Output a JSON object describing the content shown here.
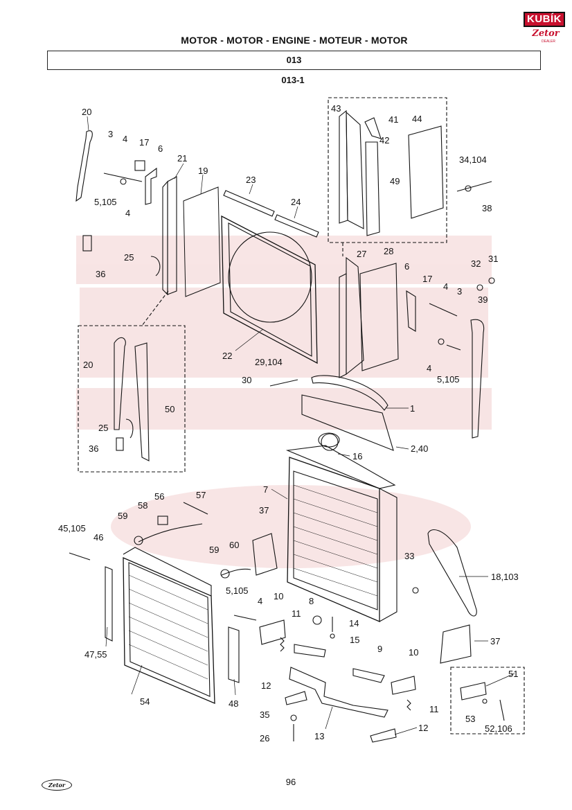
{
  "header": {
    "title": "MOTOR - MOTOR - ENGINE - MOTEUR - MOTOR",
    "group_code": "013",
    "section_code": "013-1"
  },
  "logo": {
    "brand": "KUBÍK",
    "subbrand": "Zetor",
    "tagline": "DEALER"
  },
  "footer": {
    "page_number": "96",
    "logo_text": "Zetor"
  },
  "colors": {
    "ink": "#111111",
    "watermark": "#f3d6d6",
    "logo_red": "#c8102e"
  },
  "labels": [
    "20",
    "3",
    "4",
    "17",
    "6",
    "21",
    "19",
    "5,105",
    "4",
    "36",
    "25",
    "23",
    "24",
    "22",
    "43",
    "41",
    "44",
    "42",
    "49",
    "34,104",
    "38",
    "27",
    "28",
    "6",
    "17",
    "4",
    "3",
    "32",
    "31",
    "39",
    "4",
    "5,105",
    "29,104",
    "30",
    "1",
    "16",
    "2,40",
    "20",
    "50",
    "25",
    "36",
    "7",
    "37",
    "33",
    "18,103",
    "37",
    "56",
    "57",
    "58",
    "59",
    "45,105",
    "46",
    "59",
    "60",
    "5,105",
    "4",
    "10",
    "11",
    "8",
    "14",
    "15",
    "9",
    "10",
    "11",
    "12",
    "35",
    "26",
    "13",
    "12",
    "47,55",
    "54",
    "48",
    "51",
    "53",
    "52,106"
  ]
}
